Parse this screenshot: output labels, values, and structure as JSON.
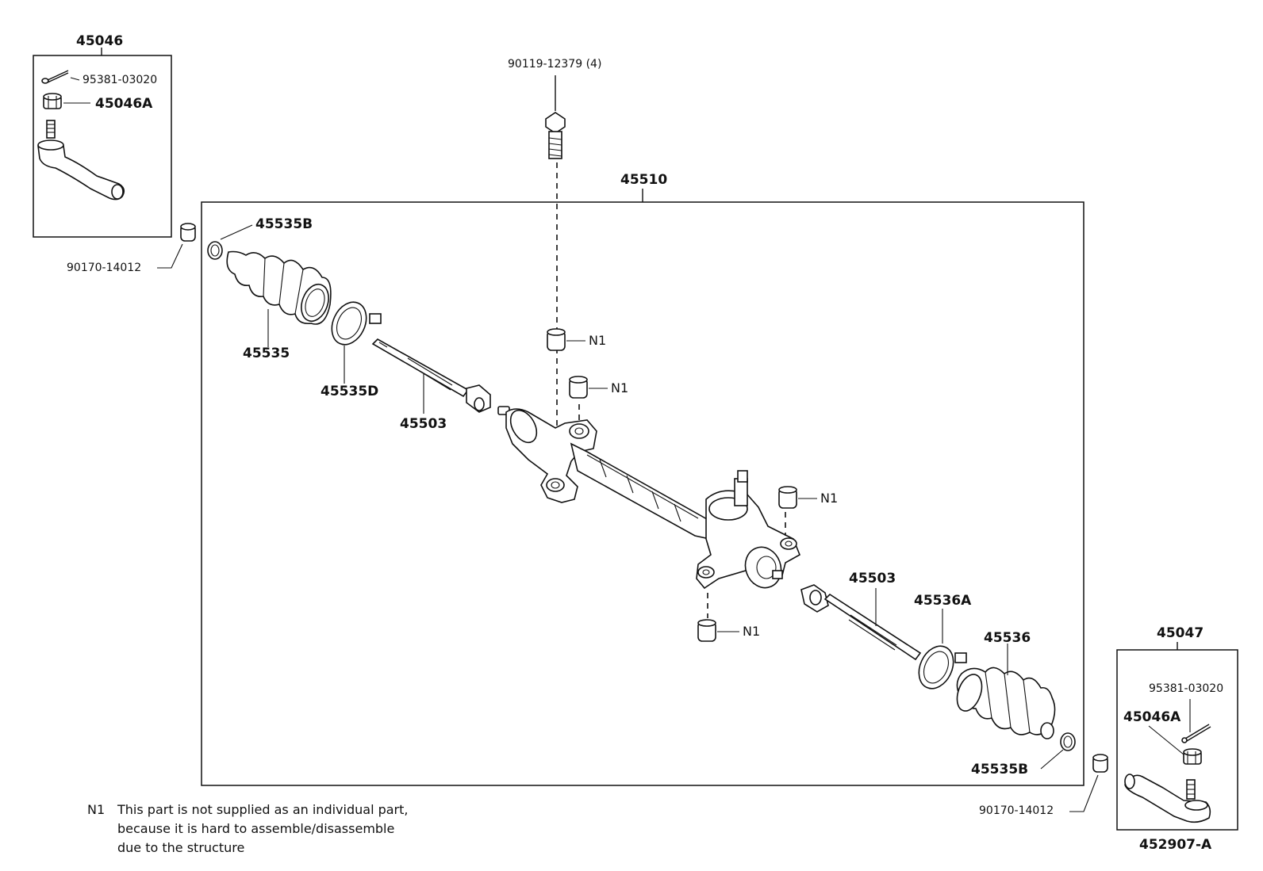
{
  "diagram": {
    "callouts": {
      "tie_rod_end_left": "45046",
      "tie_rod_end_right": "45047",
      "cotter_pin_left": "95381-03020",
      "cotter_pin_right": "95381-03020",
      "nut_left": "45046A",
      "nut_right": "45046A",
      "bolt": "90119-12379 (4)",
      "gear_assembly": "45510",
      "clip_left": "45535B",
      "clip_right": "45535B",
      "nut_outer_left": "90170-14012",
      "nut_outer_right": "90170-14012",
      "boot_left": "45535",
      "boot_right": "45536",
      "clamp_left": "45535D",
      "clamp_right": "45536A",
      "rack_end_left": "45503",
      "rack_end_right": "45503",
      "n1_a": "N1",
      "n1_b": "N1",
      "n1_c": "N1",
      "n1_d": "N1"
    },
    "note": {
      "ref": "N1",
      "lines": [
        "This part is not supplied as an individual part,",
        "because it is hard to assemble/disassemble",
        "due to the structure"
      ]
    },
    "figure_id": "452907-A"
  }
}
